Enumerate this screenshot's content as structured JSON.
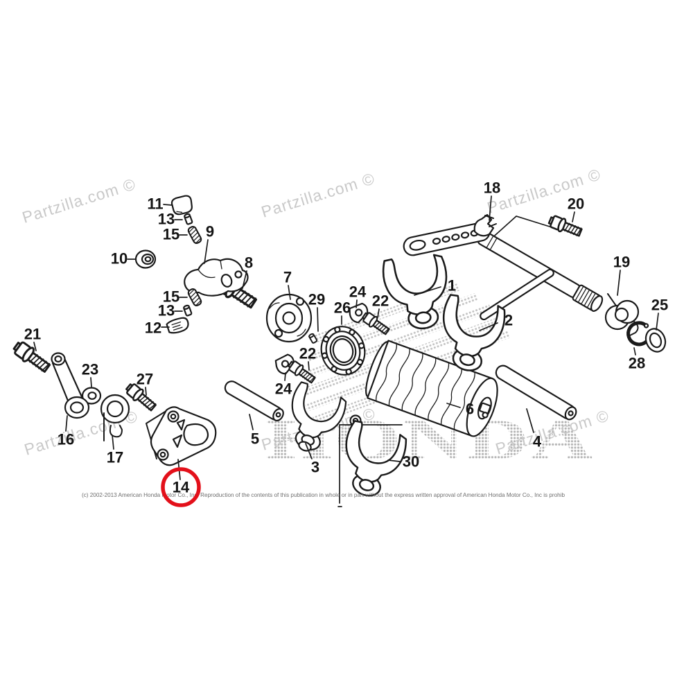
{
  "diagram": {
    "title": "Honda gearshift drum exploded parts diagram",
    "watermark_text": "Partzilla.com ©",
    "brand_text": "HONDA",
    "copyright_text": "(c) 2002-2013 American Honda Motor Co., Inc. Reproduction of the contents of this publication in whole or in part without the express written approval of American Honda Motor Co., Inc is prohib",
    "highlighted_part": "14",
    "highlight_color": "#e3101a",
    "line_color": "#1a1a1a"
  },
  "labels": {
    "n1": "1",
    "n2": "2",
    "n3": "3",
    "n4": "4",
    "n5": "5",
    "n6": "6",
    "n7": "7",
    "n8": "8",
    "n9": "9",
    "n10": "10",
    "n11": "11",
    "n12": "12",
    "n13a": "13",
    "n13b": "13",
    "n14": "14",
    "n15a": "15",
    "n15b": "15",
    "n16": "16",
    "n17": "17",
    "n18": "18",
    "n19": "19",
    "n20": "20",
    "n21": "21",
    "n22a": "22",
    "n22b": "22",
    "n23": "23",
    "n24a": "24",
    "n24b": "24",
    "n25": "25",
    "n26": "26",
    "n27": "27",
    "n28": "28",
    "n29": "29",
    "n30": "30"
  }
}
